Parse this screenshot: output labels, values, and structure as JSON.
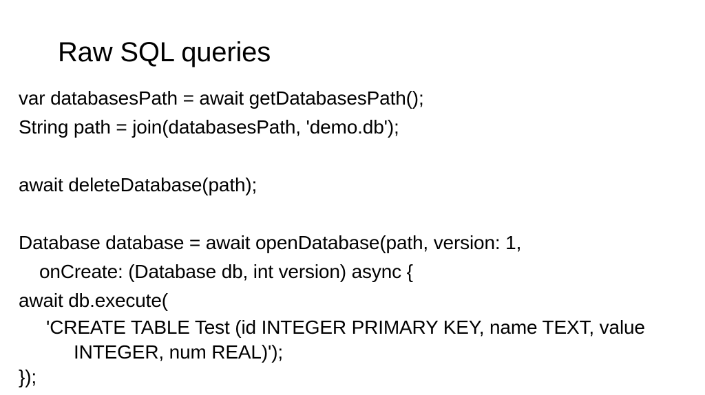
{
  "slide": {
    "title": "Raw SQL queries",
    "background_color": "#ffffff",
    "text_color": "#000000",
    "code_lines": [
      {
        "text": "var databasesPath = await getDatabasesPath();",
        "indent": 0
      },
      {
        "text": "String path = join(databasesPath, 'demo.db');",
        "indent": 0
      },
      {
        "text": "",
        "indent": 0
      },
      {
        "text": "await deleteDatabase(path);",
        "indent": 0
      },
      {
        "text": "",
        "indent": 0
      },
      {
        "text": "Database database = await openDatabase(path, version: 1,",
        "indent": 0
      },
      {
        "text": "onCreate: (Database db, int version) async {",
        "indent": 1
      },
      {
        "text": "await db.execute(",
        "indent": 0
      },
      {
        "text": "'CREATE TABLE Test (id INTEGER PRIMARY KEY, name TEXT, value INTEGER, num REAL)');",
        "indent": 2
      },
      {
        "text": "});",
        "indent": 0
      }
    ]
  }
}
